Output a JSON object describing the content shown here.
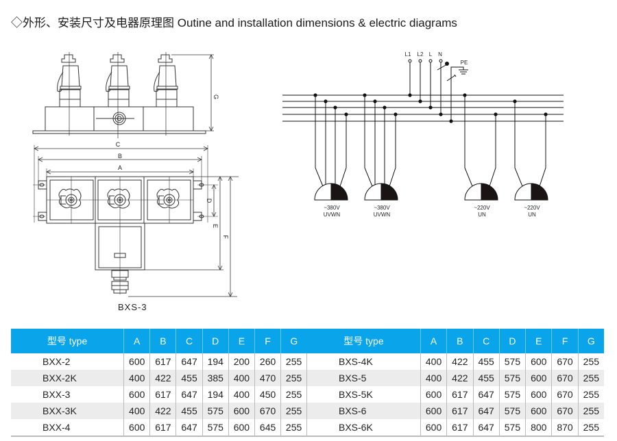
{
  "header": {
    "title": "◇外形、安装尺寸及电器原理图 Outine and installation dimensions & electric diagrams"
  },
  "outline_drawing": {
    "model_label": "BXS-3",
    "dimension_labels": {
      "A": "A",
      "B": "B",
      "C": "C",
      "D": "D",
      "E": "E",
      "F": "F",
      "G": "G"
    }
  },
  "electric_diagram": {
    "terminals": [
      "L1",
      "L2",
      "L",
      "N"
    ],
    "ground_label": "PE",
    "sockets": [
      {
        "voltage": "~380V",
        "wiring": "UVWN"
      },
      {
        "voltage": "~380V",
        "wiring": "UVWN"
      },
      {
        "voltage": "~220V",
        "wiring": "UN"
      },
      {
        "voltage": "~220V",
        "wiring": "UN"
      }
    ]
  },
  "spec_table": {
    "columns": [
      "型号 type",
      "A",
      "B",
      "C",
      "D",
      "E",
      "F",
      "G"
    ],
    "left_rows": [
      {
        "type": "BXX-2",
        "values": [
          "600",
          "617",
          "647",
          "194",
          "200",
          "260",
          "255"
        ]
      },
      {
        "type": "BXX-2K",
        "values": [
          "400",
          "422",
          "455",
          "385",
          "400",
          "470",
          "255"
        ]
      },
      {
        "type": "BXX-3",
        "values": [
          "600",
          "617",
          "647",
          "194",
          "400",
          "450",
          "255"
        ]
      },
      {
        "type": "BXX-3K",
        "values": [
          "400",
          "422",
          "455",
          "575",
          "600",
          "670",
          "255"
        ]
      },
      {
        "type": "BXX-4",
        "values": [
          "600",
          "617",
          "647",
          "575",
          "600",
          "645",
          "255"
        ]
      }
    ],
    "right_rows": [
      {
        "type": "BXS-4K",
        "values": [
          "400",
          "422",
          "455",
          "575",
          "600",
          "670",
          "255"
        ]
      },
      {
        "type": "BXS-5",
        "values": [
          "400",
          "422",
          "455",
          "575",
          "600",
          "670",
          "255"
        ]
      },
      {
        "type": "BXS-5K",
        "values": [
          "600",
          "617",
          "647",
          "575",
          "600",
          "670",
          "255"
        ]
      },
      {
        "type": "BXS-6",
        "values": [
          "600",
          "617",
          "647",
          "575",
          "600",
          "670",
          "255"
        ]
      },
      {
        "type": "BXS-6K",
        "values": [
          "600",
          "617",
          "647",
          "575",
          "800",
          "870",
          "255"
        ]
      }
    ],
    "header_color": "#0aa4ea",
    "alt_row_color": "#ececec"
  }
}
